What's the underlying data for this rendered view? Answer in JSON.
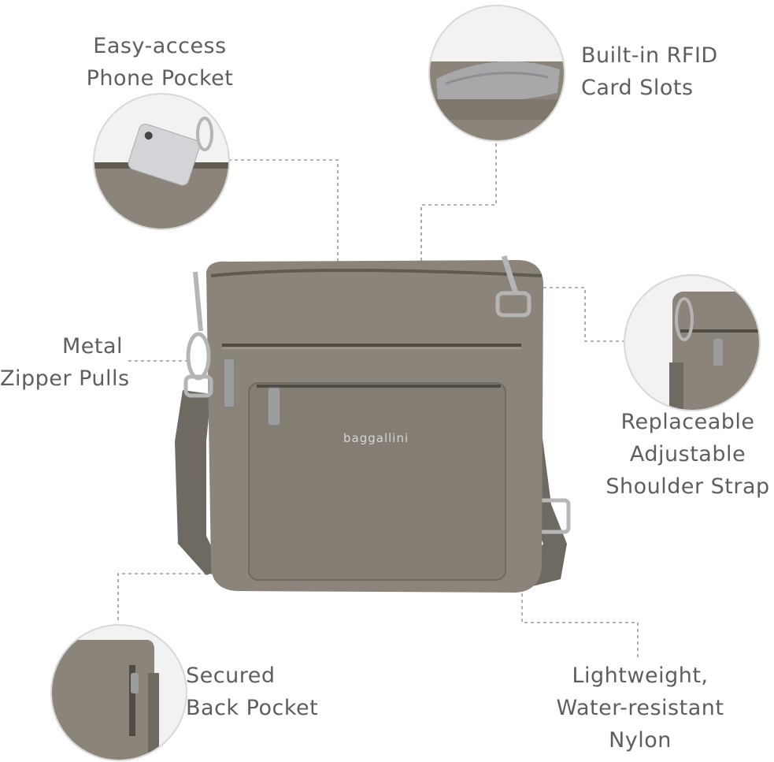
{
  "brand": {
    "logo_text": "baggallini"
  },
  "colors": {
    "bag": "#8a847b",
    "bag_dark": "#6e6961",
    "text": "#5e5e5e",
    "line": "#9a9a9a"
  },
  "callouts": {
    "phone_pocket": {
      "line1": "Easy-access",
      "line2": "Phone Pocket"
    },
    "rfid": {
      "line1": "Built-in RFID",
      "line2": "Card Slots"
    },
    "zipper": {
      "line1": "Metal",
      "line2": "Zipper Pulls"
    },
    "strap": {
      "line1": "Replaceable",
      "line2": "Adjustable",
      "line3": "Shoulder Strap"
    },
    "back_pocket": {
      "line1": "Secured",
      "line2": "Back Pocket"
    },
    "nylon": {
      "line1": "Lightweight,",
      "line2": "Water-resistant",
      "line3": "Nylon"
    }
  }
}
